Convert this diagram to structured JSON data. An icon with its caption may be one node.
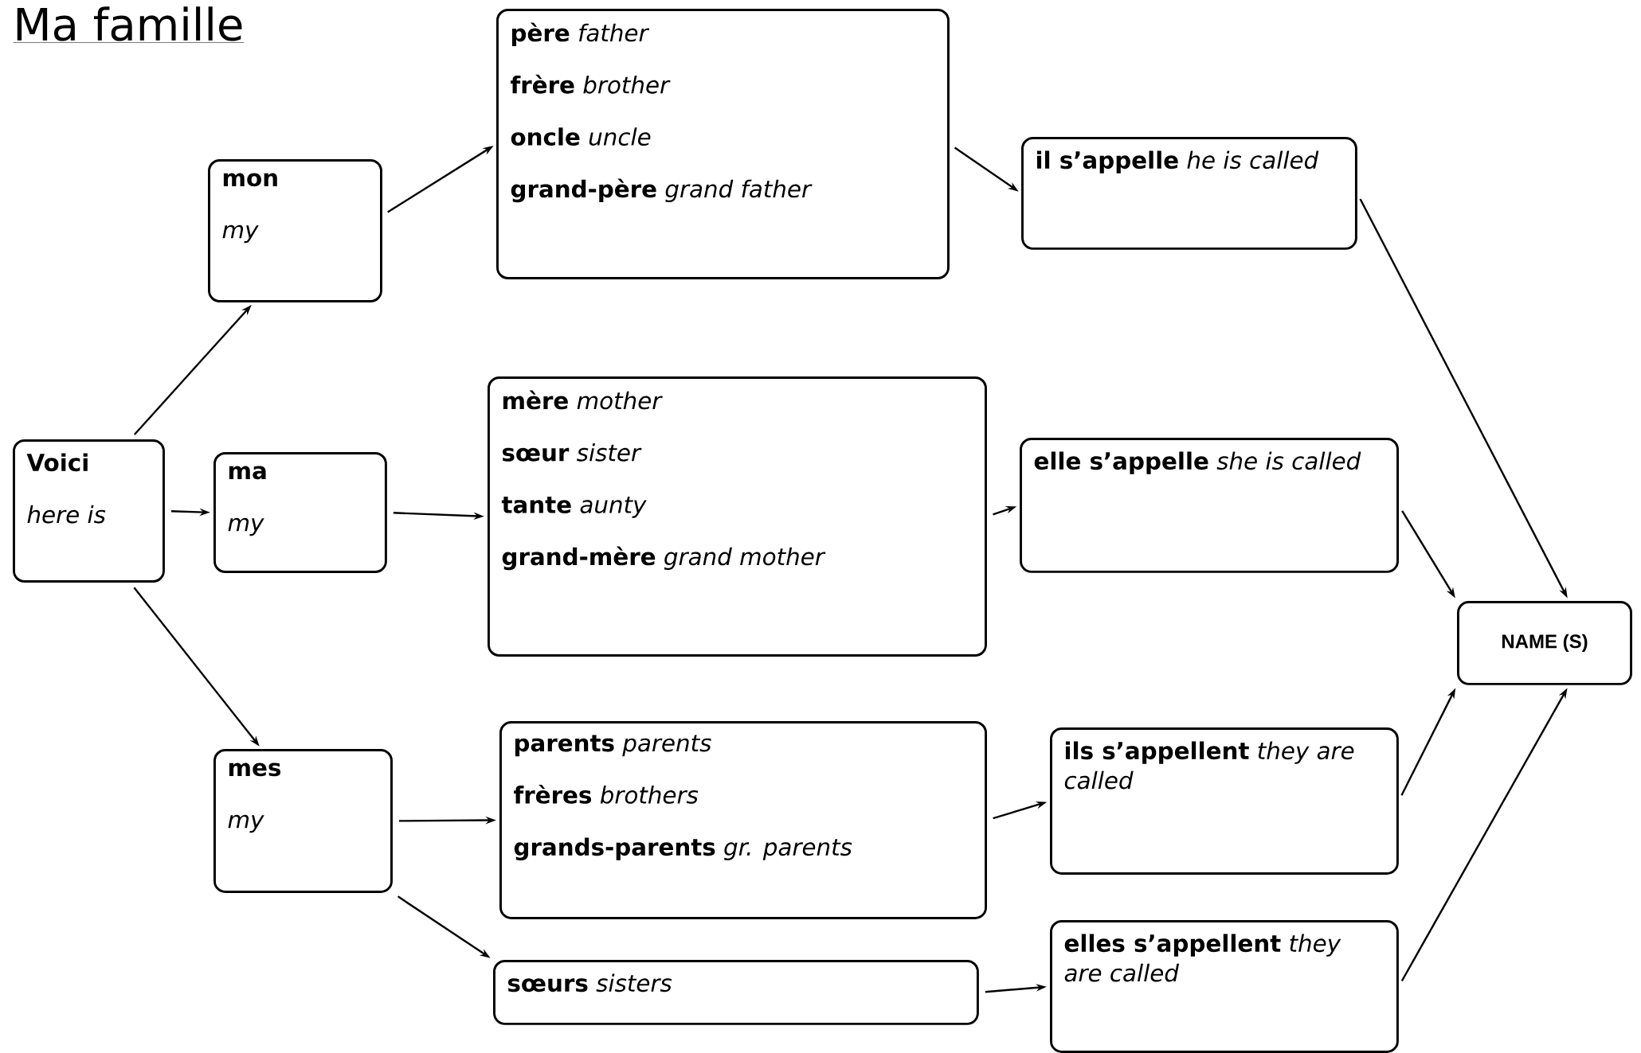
{
  "diagram": {
    "title": "Ma famille",
    "nodes": [
      {
        "text": [
          "Voici",
          "here is"
        ]
      },
      {
        "text": [
          "mon",
          "my"
        ]
      },
      {
        "text": [
          "ma",
          "my"
        ]
      },
      {
        "text": [
          "mes",
          "my"
        ]
      },
      {
        "text": [
          "**père** *father*",
          "**frère** *brother*",
          "**oncle** *uncle*",
          "**grand-père** *grand father*"
        ]
      },
      {
        "text": [
          "**mère** *mother*",
          "**sœur** *sister*",
          "**tante** *aunty*",
          "**grand-mère** *grand mother*"
        ]
      },
      {
        "text": [
          "**parents** *parents*",
          "**frères** *brothers*",
          "**grands-parents** *gr. parents*"
        ]
      },
      {
        "text": [
          "**sœurs** *sisters*"
        ]
      },
      {
        "text": [
          "**il s’appelle** *he is called*"
        ]
      },
      {
        "text": [
          "**elle s’appelle** *she is called*"
        ]
      },
      {
        "text": [
          "**ils s’appellent** *they are called*"
        ]
      },
      {
        "text": [
          "**elles s’appellent** *they are called*"
        ]
      },
      {
        "text": [
          "NAME (S)"
        ]
      }
    ],
    "edges": [
      {
        "from": 0,
        "to": 1,
        "arrow": "to"
      },
      {
        "from": 0,
        "to": 2,
        "arrow": "to"
      },
      {
        "from": 0,
        "to": 3,
        "arrow": "to"
      },
      {
        "from": 1,
        "to": 4,
        "arrow": "to"
      },
      {
        "from": 2,
        "to": 5,
        "arrow": "to"
      },
      {
        "from": 3,
        "to": 6,
        "arrow": "to"
      },
      {
        "from": 3,
        "to": 7,
        "arrow": "to"
      },
      {
        "from": 4,
        "to": 8,
        "arrow": "to"
      },
      {
        "from": 5,
        "to": 9,
        "arrow": "to"
      },
      {
        "from": 6,
        "to": 10,
        "arrow": "to"
      },
      {
        "from": 7,
        "to": 11,
        "arrow": "to"
      },
      {
        "from": 8,
        "to": 12,
        "arrow": "to"
      },
      {
        "from": 9,
        "to": 12,
        "arrow": "to"
      },
      {
        "from": 10,
        "to": 12,
        "arrow": "to"
      },
      {
        "from": 11,
        "to": 12,
        "arrow": "to"
      }
    ]
  }
}
